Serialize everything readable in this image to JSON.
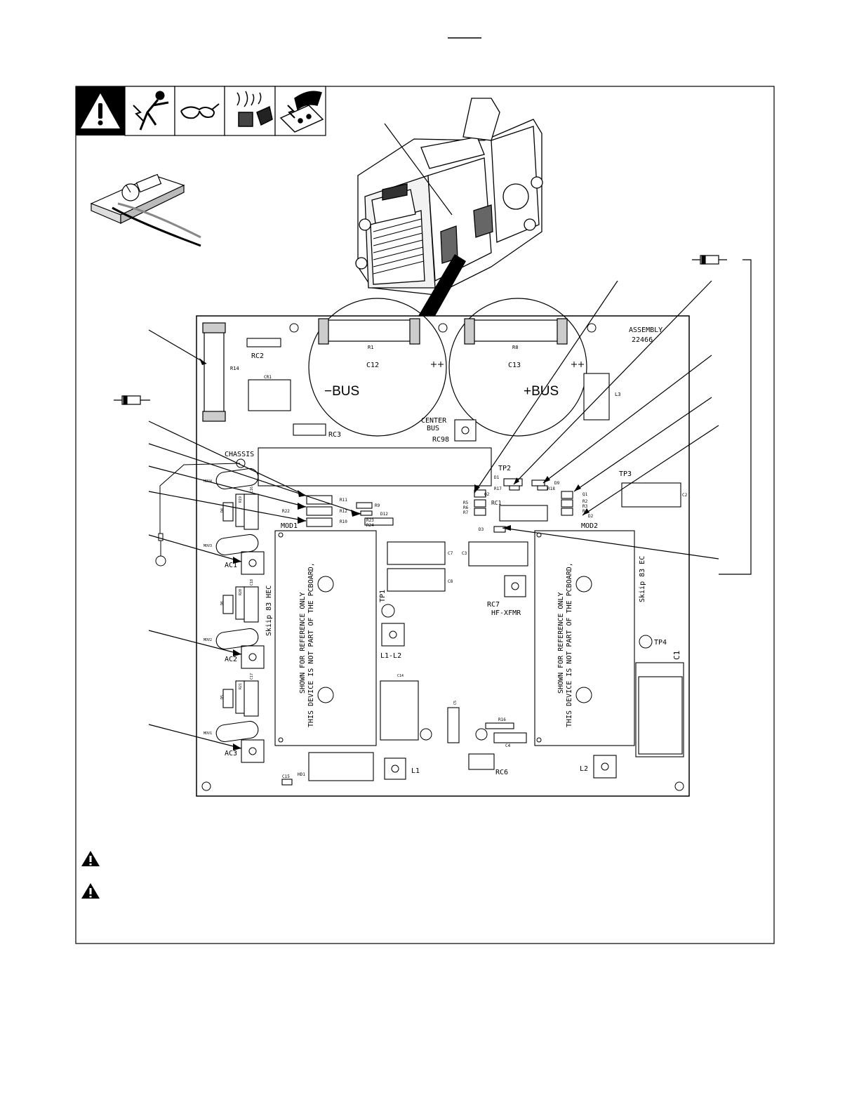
{
  "icons": {
    "warning": "warning-triangle-icon",
    "shock": "electric-shock-icon",
    "glasses": "safety-glasses-icon",
    "fumes": "hot-parts-icon",
    "static": "static-electricity-icon"
  },
  "board": {
    "assembly_label": "ASSEMBLY",
    "assembly_number": "22466",
    "neg_bus": "−BUS",
    "pos_bus": "+BUS",
    "center_bus_1": "CENTER",
    "center_bus_2": "BUS",
    "ref_note_1": "SHOWN FOR REFERENCE ONLY",
    "ref_note_2": "THIS DEVICE IS NOT PART OF THE PCBOARD,",
    "skip_left": "Skiip 83 HEC",
    "skip_right": "Skiip 83 EC",
    "labels": {
      "R1": "R1",
      "R8": "R8",
      "C12": "C12",
      "C13": "C13",
      "R14": "R14",
      "RC2": "RC2",
      "CR1": "CR1",
      "RC3": "RC3",
      "RC98": "RC98",
      "L3": "L3",
      "CHASSIS": "CHASSIS",
      "TP2": "TP2",
      "TP3": "TP3",
      "C2": "C2",
      "MOD1": "MOD1",
      "MOD2": "MOD2",
      "R11": "R11",
      "R12": "R12",
      "R10": "R10",
      "R9": "R9",
      "R22": "R22",
      "D12": "D12",
      "R23": "R23",
      "R24": "R24",
      "D1": "D1",
      "R17": "R17",
      "D9": "D9",
      "R18": "R18",
      "RC1": "RC1",
      "R5": "R5",
      "R6": "R6",
      "R7": "R7",
      "Q2": "Q2",
      "D3": "D3",
      "R2": "R2",
      "R3": "R3",
      "R4": "R4",
      "D2": "D2",
      "Q1": "Q1",
      "AC1": "AC1",
      "AC2": "AC2",
      "AC3": "AC3",
      "MOV1": "MOV1",
      "MOV2": "MOV2",
      "MOV3": "MOV3",
      "MOV4": "MOV4",
      "C7": "C7",
      "C8": "C8",
      "C3": "C3",
      "TP1": "TP1",
      "RC7": "RC7",
      "HFXFMR": "HF-XFMR",
      "L1L2": "L1-L2",
      "TP4": "TP4",
      "C1": "C1",
      "C14": "C14",
      "C5": "C5",
      "R16": "R16",
      "C4": "C4",
      "RC6": "RC6",
      "L1": "L1",
      "L2": "L2",
      "C15": "C15",
      "HD1": "HD1",
      "R19": "R19",
      "R20": "R20",
      "R21": "R21",
      "C16": "C16",
      "C17": "C17",
      "C18": "C18",
      "D4": "D4",
      "D5": "D5",
      "D6": "D6"
    }
  }
}
